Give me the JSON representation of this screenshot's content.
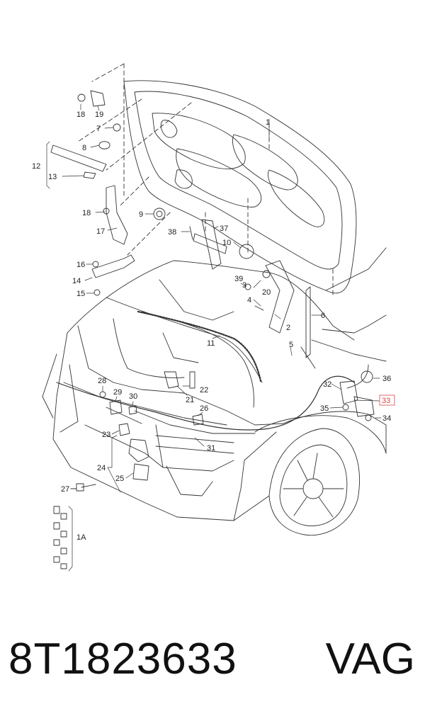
{
  "diagram": {
    "callouts": [
      {
        "id": "c18a",
        "text": "18"
      },
      {
        "id": "c19",
        "text": "19"
      },
      {
        "id": "c7",
        "text": "7"
      },
      {
        "id": "c8",
        "text": "8"
      },
      {
        "id": "c12",
        "text": "12"
      },
      {
        "id": "c13",
        "text": "13"
      },
      {
        "id": "c18b",
        "text": "18"
      },
      {
        "id": "c9",
        "text": "9"
      },
      {
        "id": "c17",
        "text": "17"
      },
      {
        "id": "c38",
        "text": "38"
      },
      {
        "id": "c37",
        "text": "37"
      },
      {
        "id": "c10",
        "text": "10"
      },
      {
        "id": "c1",
        "text": "1"
      },
      {
        "id": "c16",
        "text": "16"
      },
      {
        "id": "c14",
        "text": "14"
      },
      {
        "id": "c15",
        "text": "15"
      },
      {
        "id": "c39",
        "text": "39"
      },
      {
        "id": "c3",
        "text": "3"
      },
      {
        "id": "c20",
        "text": "20"
      },
      {
        "id": "c4",
        "text": "4"
      },
      {
        "id": "c2",
        "text": "2"
      },
      {
        "id": "c6",
        "text": "6"
      },
      {
        "id": "c11",
        "text": "11"
      },
      {
        "id": "c5",
        "text": "5"
      },
      {
        "id": "c36",
        "text": "36"
      },
      {
        "id": "c32",
        "text": "32"
      },
      {
        "id": "c33",
        "text": "33"
      },
      {
        "id": "c35",
        "text": "35"
      },
      {
        "id": "c34",
        "text": "34"
      },
      {
        "id": "c28",
        "text": "28"
      },
      {
        "id": "c29",
        "text": "29"
      },
      {
        "id": "c30",
        "text": "30"
      },
      {
        "id": "c22",
        "text": "22"
      },
      {
        "id": "c21",
        "text": "21"
      },
      {
        "id": "c26",
        "text": "26"
      },
      {
        "id": "c23",
        "text": "23"
      },
      {
        "id": "c31",
        "text": "31"
      },
      {
        "id": "c24",
        "text": "24"
      },
      {
        "id": "c25",
        "text": "25"
      },
      {
        "id": "c27",
        "text": "27"
      },
      {
        "id": "c1A",
        "text": "1A"
      }
    ],
    "highlight_color": "#d04848"
  },
  "footer": {
    "part_number": "8T1823633",
    "brand": "VAG"
  }
}
